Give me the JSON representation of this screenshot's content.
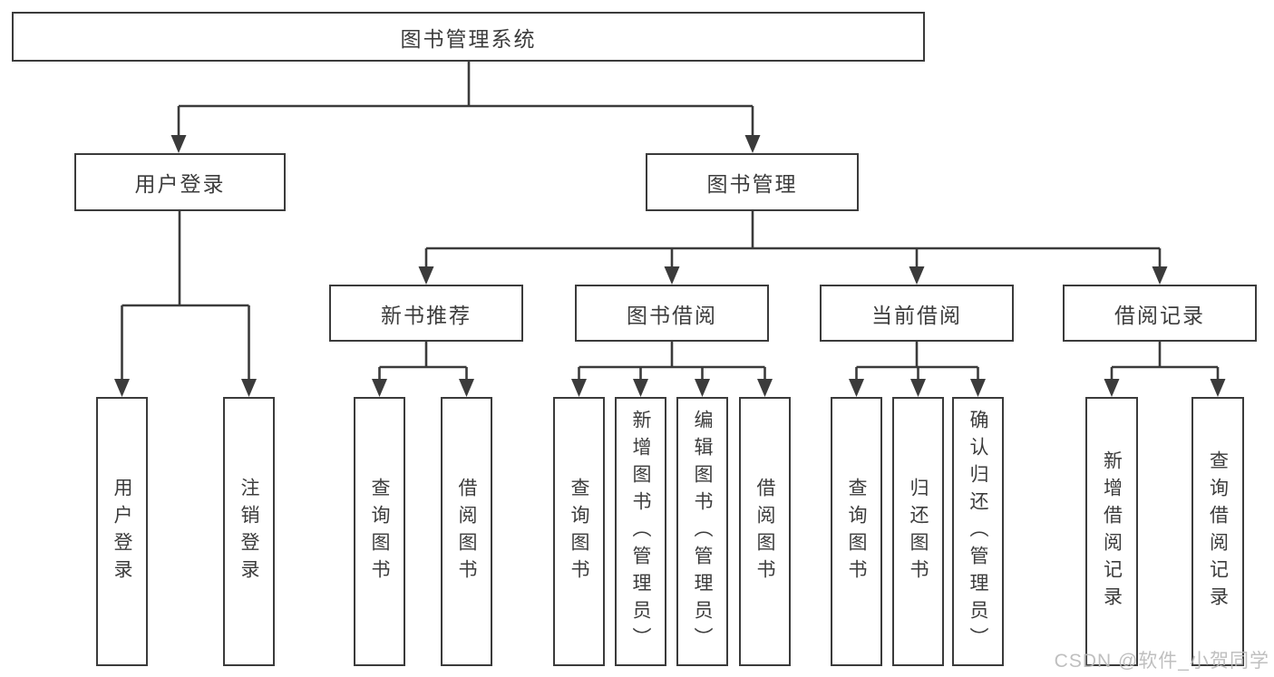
{
  "diagram": {
    "tree": {
      "label": "图书管理系统",
      "children": {
        "user_login": {
          "label": "用户登录",
          "children": {
            "login": {
              "label": "用户登录"
            },
            "logout": {
              "label": "注销登录"
            }
          }
        },
        "book_management": {
          "label": "图书管理",
          "children": {
            "new_book_recommendation": {
              "label": "新书推荐",
              "children": {
                "query_books": {
                  "label": "查询图书"
                },
                "borrow_books": {
                  "label": "借阅图书"
                }
              }
            },
            "book_borrowing": {
              "label": "图书借阅",
              "children": {
                "query_books": {
                  "label": "查询图书"
                },
                "add_books_admin": {
                  "label": "新增图书（管理员）"
                },
                "edit_books_admin": {
                  "label": "编辑图书（管理员）"
                },
                "borrow_books": {
                  "label": "借阅图书"
                }
              }
            },
            "current_borrowing": {
              "label": "当前借阅",
              "children": {
                "query_books": {
                  "label": "查询图书"
                },
                "return_books": {
                  "label": "归还图书"
                },
                "confirm_return_admin": {
                  "label": "确认归还（管理员）"
                }
              }
            },
            "borrowing_records": {
              "label": "借阅记录",
              "children": {
                "add_borrow_record": {
                  "label": "新增借阅记录"
                },
                "query_borrow_record": {
                  "label": "查询借阅记录"
                }
              }
            }
          }
        }
      }
    },
    "line_color": "#3b3b3b",
    "text_color": "#3c3c3c",
    "background_color": "#ffffff"
  },
  "watermark": {
    "text": "CSDN @软件_小贺同学"
  }
}
